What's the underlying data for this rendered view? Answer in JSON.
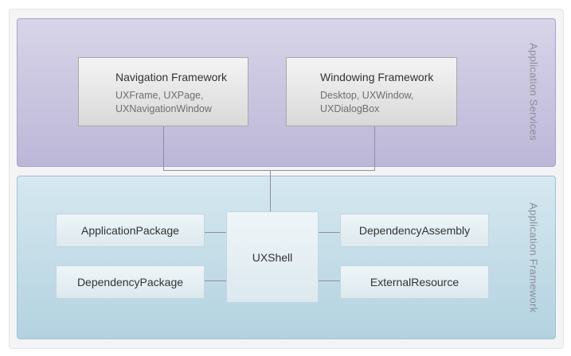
{
  "layers": {
    "application_services": {
      "label": "Application Services",
      "boxes": {
        "navigation": {
          "title": "Navigation Framework",
          "line1": "UXFrame, UXPage,",
          "line2": "UXNavigationWindow"
        },
        "windowing": {
          "title": "Windowing Framework",
          "line1": "Desktop, UXWindow,",
          "line2": "UXDialogBox"
        }
      }
    },
    "application_framework": {
      "label": "Application Framework",
      "center": "UXShell",
      "left_items": [
        "ApplicationPackage",
        "DependencyPackage"
      ],
      "right_items": [
        "DependencyAssembly",
        "ExternalResource"
      ]
    }
  },
  "colors": {
    "services_panel": "#bcb7d8",
    "framework_panel": "#b3d2e0",
    "connector": "#8f8f9a"
  }
}
